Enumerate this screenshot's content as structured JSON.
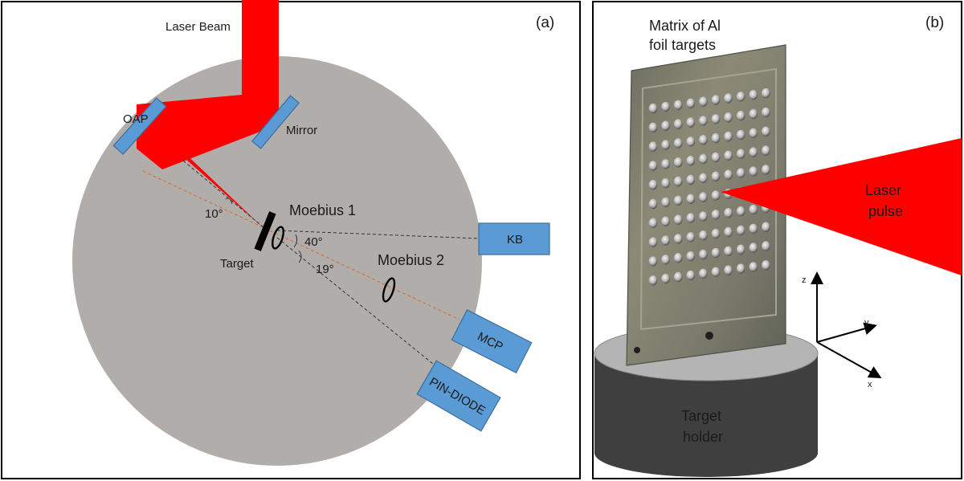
{
  "panel_a": {
    "tag": "(a)",
    "laser_beam": "Laser Beam",
    "oap": "OAP",
    "mirror": "Mirror",
    "angle_10": "10°",
    "target": "Target",
    "moebius1": "Moebius 1",
    "angle_40": "40°",
    "angle_19": "19°",
    "moebius2": "Moebius 2",
    "kb": "KB",
    "mcp": "MCP",
    "pin_diode": "PIN-DIODE"
  },
  "panel_b": {
    "tag": "(b)",
    "matrix_line1": "Matrix of Al",
    "matrix_line2": "foil targets",
    "laser_line1": "Laser",
    "laser_line2": "pulse",
    "holder_line1": "Target",
    "holder_line2": "holder",
    "axis_z": "z",
    "axis_y": "y",
    "axis_x": "x"
  },
  "colors": {
    "chamber": "#b1adab",
    "laser": "#ff0000",
    "component": "#5b9bd5",
    "plate": "#7d7e70"
  }
}
